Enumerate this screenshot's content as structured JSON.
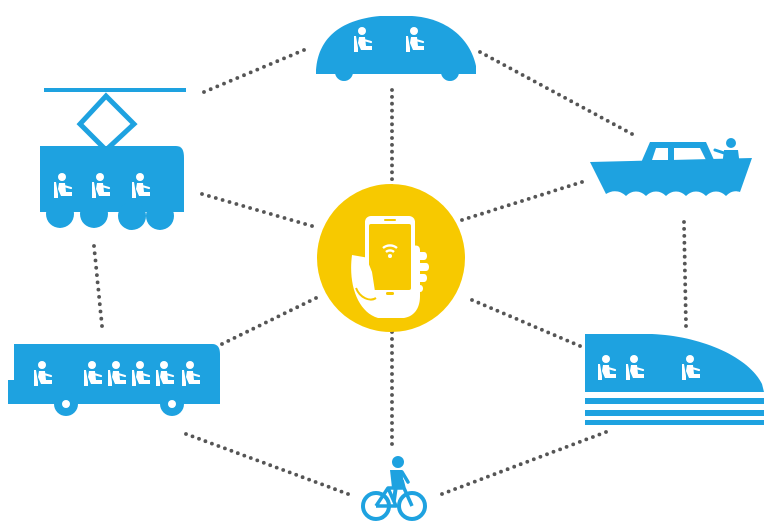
{
  "colors": {
    "transport": "#1ea2e0",
    "hub": "#f7c900",
    "hand": "#ffffff",
    "phone": "#f7c900",
    "connector": "#555555"
  },
  "hub": {
    "icon": "smartphone-in-hand-wifi-icon"
  },
  "vehicles": [
    {
      "id": "car",
      "icon": "car-icon",
      "passengers": 2
    },
    {
      "id": "boat",
      "icon": "boat-icon",
      "passengers": 1
    },
    {
      "id": "train",
      "icon": "high-speed-train-icon",
      "passengers": 3
    },
    {
      "id": "bike",
      "icon": "bicycle-icon",
      "passengers": 1
    },
    {
      "id": "bus",
      "icon": "bus-icon",
      "passengers": 6
    },
    {
      "id": "tram",
      "icon": "tram-icon",
      "passengers": 3
    }
  ],
  "connections": {
    "hub_to": [
      "car",
      "boat",
      "train",
      "bike",
      "bus",
      "tram"
    ],
    "ring": [
      [
        "car",
        "boat"
      ],
      [
        "boat",
        "train"
      ],
      [
        "train",
        "bike"
      ],
      [
        "bike",
        "bus"
      ],
      [
        "bus",
        "tram"
      ],
      [
        "tram",
        "car"
      ]
    ]
  }
}
